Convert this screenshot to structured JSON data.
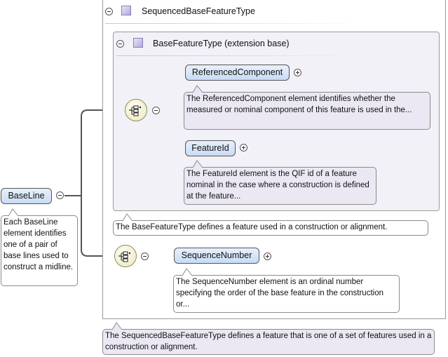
{
  "root": {
    "name": "BaseLine",
    "doc": "Each BaseLine element identifies one of a pair of base lines used to construct a midline."
  },
  "outer_type": {
    "title": "SequencedBaseFeatureType",
    "doc": "The SequencedBaseFeatureType defines a feature that is one of a set of features used in a construction or alignment."
  },
  "inner_type": {
    "title": "BaseFeatureType (extension base)",
    "doc": "The BaseFeatureType defines a feature used in a construction or alignment."
  },
  "elements": {
    "referenced_component": {
      "name": "ReferencedComponent",
      "doc": "The ReferencedComponent element identifies whether the measured or nominal component of this feature is used in the..."
    },
    "feature_id": {
      "name": "FeatureId",
      "doc": "The FeatureId element is the QIF id of a feature nominal in the case where a construction is defined at the feature..."
    },
    "sequence_number": {
      "name": "SequenceNumber",
      "doc": "The SequenceNumber element is an ordinal number specifying the order of the base feature in the construction or..."
    }
  },
  "icons": [
    "collapse-icon",
    "expand-icon",
    "complex-type-icon",
    "sequence-compositor-icon"
  ]
}
